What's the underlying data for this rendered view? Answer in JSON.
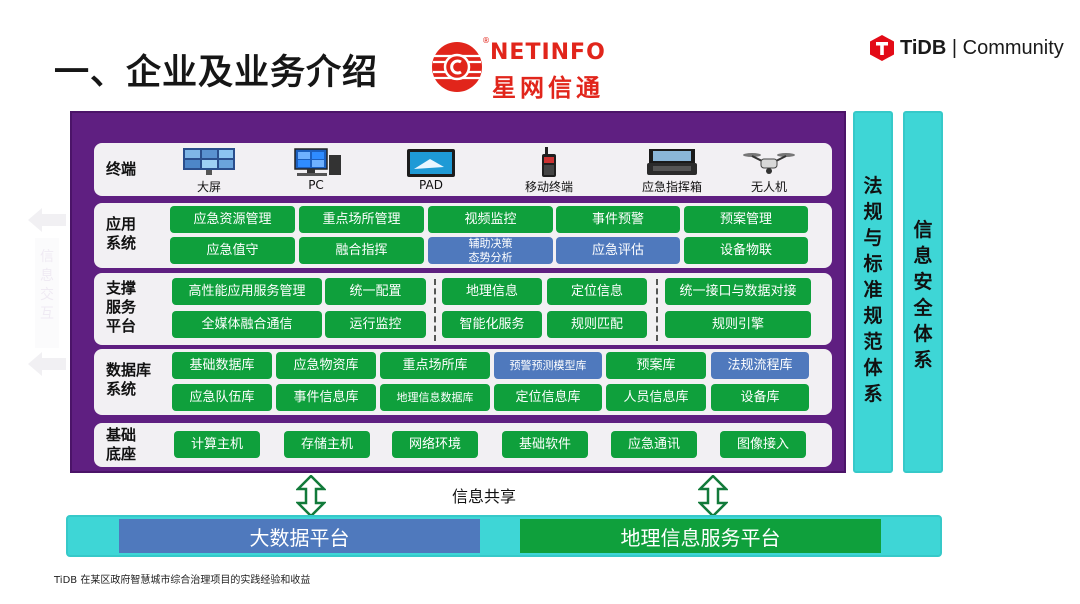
{
  "slide": {
    "title": "一、企业及业务介绍",
    "footer": "TiDB 在某区政府智慧城市综合治理项目的实践经验和收益"
  },
  "logos": {
    "netinfo_en": "NETINFO",
    "netinfo_cn": "星网信通",
    "netinfo_reg": "®",
    "tidb_brand": "TiDB",
    "tidb_sep": " | ",
    "tidb_community": "Community"
  },
  "colors": {
    "frame": "#5f1f81",
    "green": "#0fa03c",
    "blue": "#4f79bd",
    "cyan": "#3ed6d6",
    "brand_red": "#e1251b"
  },
  "terminal": {
    "label": "终端",
    "devices": [
      {
        "label": "大屏",
        "icon": "video-wall-icon"
      },
      {
        "label": "PC",
        "icon": "pc-icon"
      },
      {
        "label": "PAD",
        "icon": "tablet-icon"
      },
      {
        "label": "移动终端",
        "icon": "walkie-talkie-icon"
      },
      {
        "label": "应急指挥箱",
        "icon": "command-case-icon"
      },
      {
        "label": "无人机",
        "icon": "drone-icon"
      }
    ]
  },
  "application": {
    "label": "应用\n系统",
    "row1": [
      "应急资源管理",
      "重点场所管理",
      "视频监控",
      "事件预警",
      "预案管理"
    ],
    "row2": [
      "应急值守",
      "融合指挥",
      "辅助决策\n态势分析",
      "应急评估",
      "设备物联"
    ]
  },
  "support": {
    "label": "支撑\n服务\n平台",
    "items": [
      "高性能应用服务管理",
      "统一配置",
      "地理信息",
      "定位信息",
      "统一接口与数据对接",
      "全媒体融合通信",
      "运行监控",
      "智能化服务",
      "规则匹配",
      "规则引擎"
    ]
  },
  "database": {
    "label": "数据库\n系统",
    "row1": [
      "基础数据库",
      "应急物资库",
      "重点场所库",
      "预警预测模型库",
      "预案库",
      "法规流程库"
    ],
    "row2": [
      "应急队伍库",
      "事件信息库",
      "地理信息数据库",
      "定位信息库",
      "人员信息库",
      "设备库"
    ]
  },
  "foundation": {
    "label": "基础\n底座",
    "items": [
      "计算主机",
      "存储主机",
      "网络环境",
      "基础软件",
      "应急通讯",
      "图像接入"
    ]
  },
  "side_panels": {
    "regulation": "法规与标准规范体系",
    "security": "信息安全体系",
    "info_exchange": "信息交互"
  },
  "bottom": {
    "info_share": "信息共享",
    "big_data": "大数据平台",
    "gis_platform": "地理信息服务平台"
  }
}
